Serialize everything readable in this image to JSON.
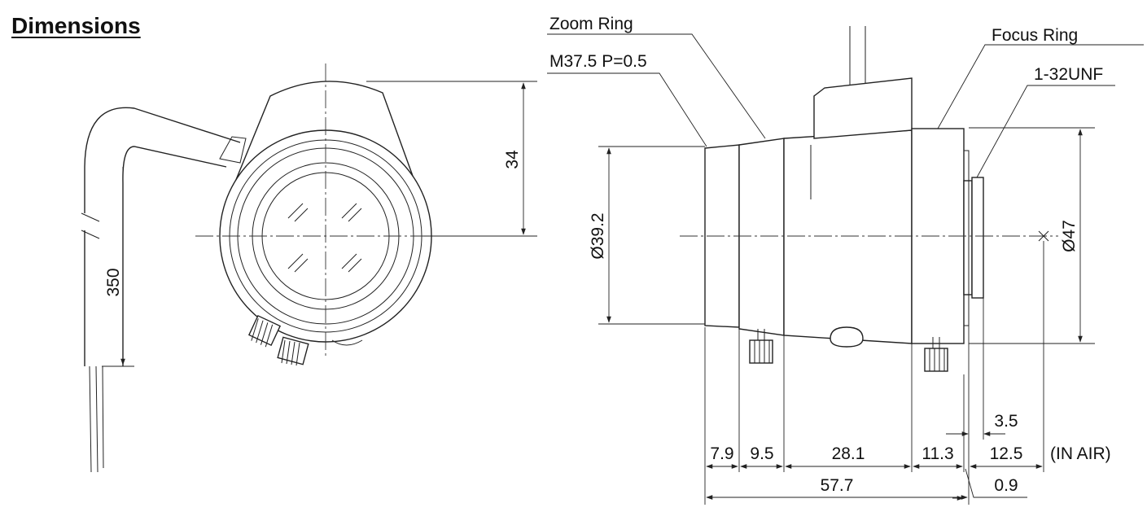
{
  "title": "Dimensions",
  "labels": {
    "zoom_ring": "Zoom Ring",
    "thread": "M37.5 P=0.5",
    "focus_ring": "Focus Ring",
    "mount": "1-32UNF",
    "in_air": "(IN AIR)"
  },
  "dimensions": {
    "height_front": "34",
    "cable_length": "350",
    "diameter_front": "Ø39.2",
    "diameter_rear": "Ø47",
    "seg_1": "7.9",
    "seg_2": "9.5",
    "seg_3": "28.1",
    "seg_4": "11.3",
    "seg_5": "12.5",
    "flange": "3.5",
    "gap": "0.9",
    "total": "57.7"
  },
  "colors": {
    "line": "#222222",
    "background": "#ffffff"
  }
}
